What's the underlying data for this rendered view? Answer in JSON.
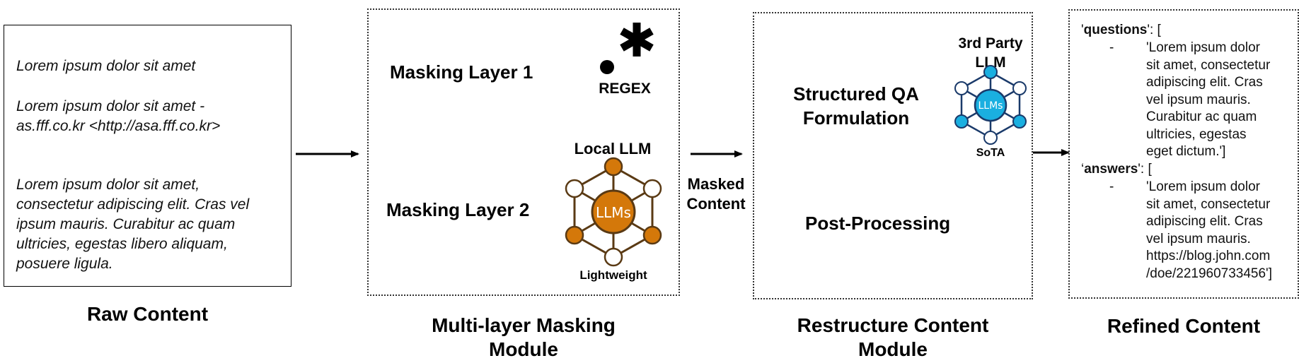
{
  "raw": {
    "caption": "Raw Content",
    "line1": "Lorem ipsum dolor sit amet",
    "line2a": "Lorem ipsum dolor sit amet -",
    "line2b": "as.fff.co.kr <http://asa.fff.co.kr>",
    "line3a": "Lorem ipsum dolor sit amet,",
    "line3b": "consectetur adipiscing elit. Cras vel",
    "line3c": "ipsum mauris. Curabitur ac quam",
    "line3d": "ultricies, egestas libero aliquam,",
    "line3e": "posuere ligula."
  },
  "masking": {
    "caption_line1": "Multi-layer Masking",
    "caption_line2": "Module",
    "layer1": "Masking Layer 1",
    "layer2": "Masking Layer 2",
    "regex_label": "REGEX",
    "local_llm_label": "Local LLM",
    "llms_label": "LLMs",
    "lightweight_label": "Lightweight",
    "llm_color": "#d4780a",
    "llm_stroke": "#5a3a14"
  },
  "arrow_label": {
    "line1": "Masked",
    "line2": "Content"
  },
  "restructure": {
    "caption_line1": "Restructure Content",
    "caption_line2": "Module",
    "qa_line1": "Structured QA",
    "qa_line2": "Formulation",
    "post": "Post-Processing",
    "third_party_line1": "3rd Party",
    "third_party_line2": "LLM",
    "llms_label": "LLMs",
    "sota_label": "SoTA",
    "llm_color": "#1aafe0",
    "llm_stroke": "#1a3a6a"
  },
  "refined": {
    "caption": "Refined Content",
    "q_open_quote": "'",
    "q_key": "questions",
    "q_rest": "': [",
    "dash": "-",
    "q_lines": [
      "'Lorem ipsum dolor",
      "sit amet, consectetur",
      "adipiscing elit. Cras",
      "vel ipsum mauris.",
      "Curabitur ac quam",
      "ultricies, egestas",
      "eget dictum.']"
    ],
    "a_open_quote": "‘",
    "a_key": "answers",
    "a_rest": "': [",
    "a_lines": [
      "'Lorem ipsum dolor",
      "sit amet, consectetur",
      "adipiscing elit. Cras",
      "vel ipsum mauris.",
      "https://blog.john.com",
      "/doe/221960733456']"
    ]
  }
}
